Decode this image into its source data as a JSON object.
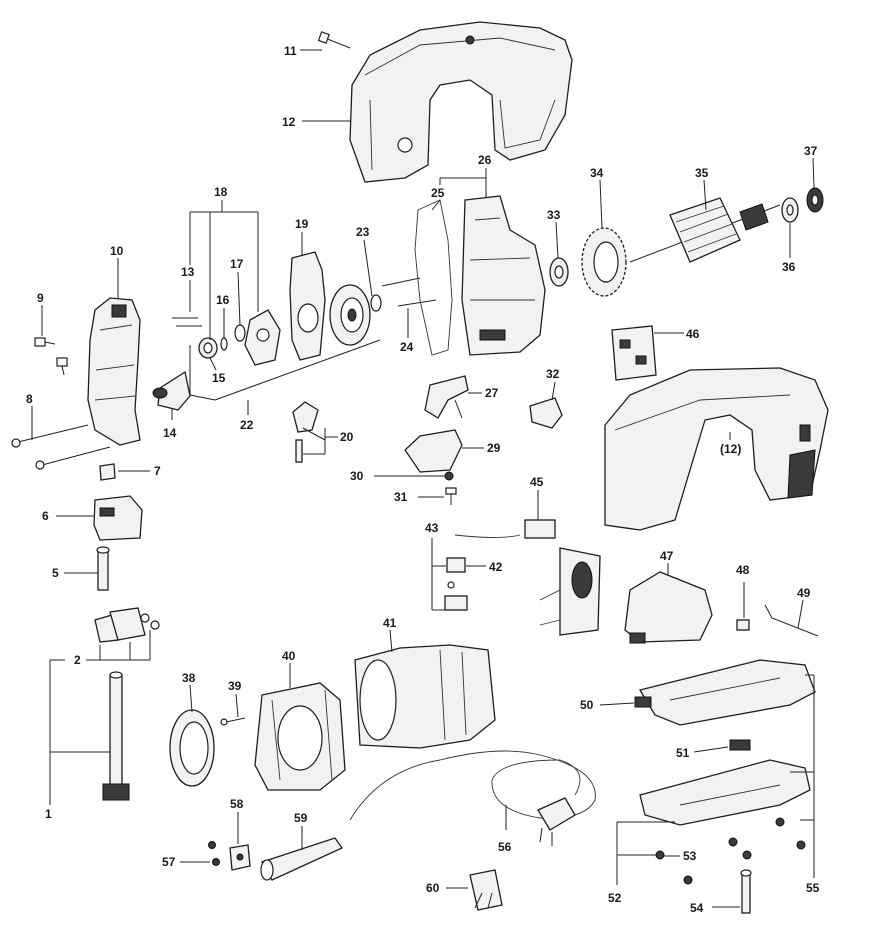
{
  "labels": {
    "l1": "1",
    "l2": "2",
    "l5": "5",
    "l6": "6",
    "l7": "7",
    "l8": "8",
    "l9": "9",
    "l10": "10",
    "l11": "11",
    "l12": "12",
    "l13": "13",
    "l14": "14",
    "l15": "15",
    "l16": "16",
    "l17": "17",
    "l18": "18",
    "l19": "19",
    "l20": "20",
    "l22": "22",
    "l23": "23",
    "l24": "24",
    "l25": "25",
    "l26": "26",
    "l27": "27",
    "l29": "29",
    "l30": "30",
    "l31": "31",
    "l32": "32",
    "l33": "33",
    "l34": "34",
    "l35": "35",
    "l36": "36",
    "l37": "37",
    "l38": "38",
    "l39": "39",
    "l40": "40",
    "l41": "41",
    "l42": "42",
    "l43": "43",
    "l45": "45",
    "l46": "46",
    "l47": "47",
    "l48": "48",
    "l49": "49",
    "l50": "50",
    "l51": "51",
    "l52": "52",
    "l53": "53",
    "l54": "54",
    "l55": "55",
    "l56": "56",
    "l57": "57",
    "l58": "58",
    "l59": "59",
    "l60": "60",
    "l12b": "(12)"
  },
  "colors": {
    "line": "#222222",
    "fill": "#f2f2f2",
    "dark": "#3a3a3a"
  }
}
